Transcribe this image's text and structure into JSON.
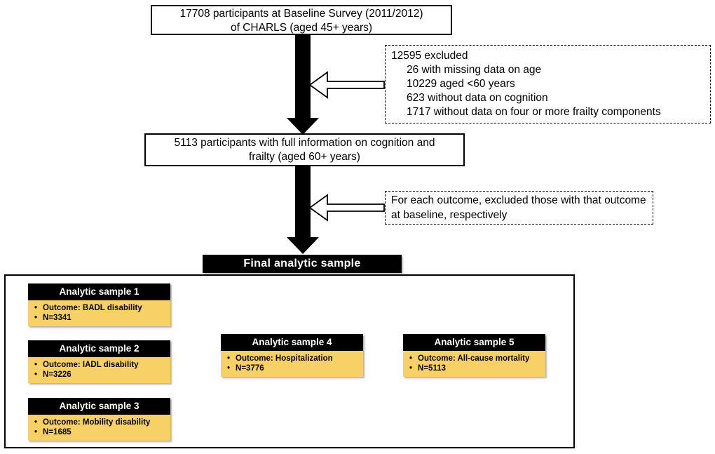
{
  "glyphs": {
    "bullet": "•"
  },
  "colors": {
    "box_border": "#000000",
    "sample_header_bg": "#000000",
    "sample_header_text": "#ffffff",
    "sample_body_bg": "#f7d166",
    "final_bar_bg": "#000000",
    "final_bar_text": "#ffffff",
    "arrow_black": "#000000",
    "arrow_white_fill": "#ffffff"
  },
  "flow": {
    "baseline_box": {
      "line1": "17708 participants at Baseline Survey (2011/2012)",
      "line2": "of CHARLS (aged 45+ years)"
    },
    "exclusion_box_1": {
      "title": "12595 excluded",
      "items": [
        "26 with missing data on age",
        "10229 aged <60 years",
        "623 without data on cognition",
        "1717 without data on four or more frailty components"
      ]
    },
    "eligible_box": {
      "line1": "5113 participants with full information on cognition and",
      "line2": "frailty (aged 60+ years)"
    },
    "exclusion_box_2": {
      "text": "For each outcome, excluded those with that outcome at baseline, respectively"
    },
    "final_bar": {
      "label": "Final analytic sample"
    },
    "samples": [
      {
        "title": "Analytic sample 1",
        "outcome": "Outcome: BADL disability",
        "n": "N=3341"
      },
      {
        "title": "Analytic sample 2",
        "outcome": "Outcome: IADL disability",
        "n": "N=3226"
      },
      {
        "title": "Analytic sample 3",
        "outcome": "Outcome: Mobility disability",
        "n": "N=1685"
      },
      {
        "title": "Analytic sample 4",
        "outcome": "Outcome: Hospitalization",
        "n": "N=3776"
      },
      {
        "title": "Analytic sample 5",
        "outcome": "Outcome: All-cause mortality",
        "n": "N=5113"
      }
    ]
  }
}
